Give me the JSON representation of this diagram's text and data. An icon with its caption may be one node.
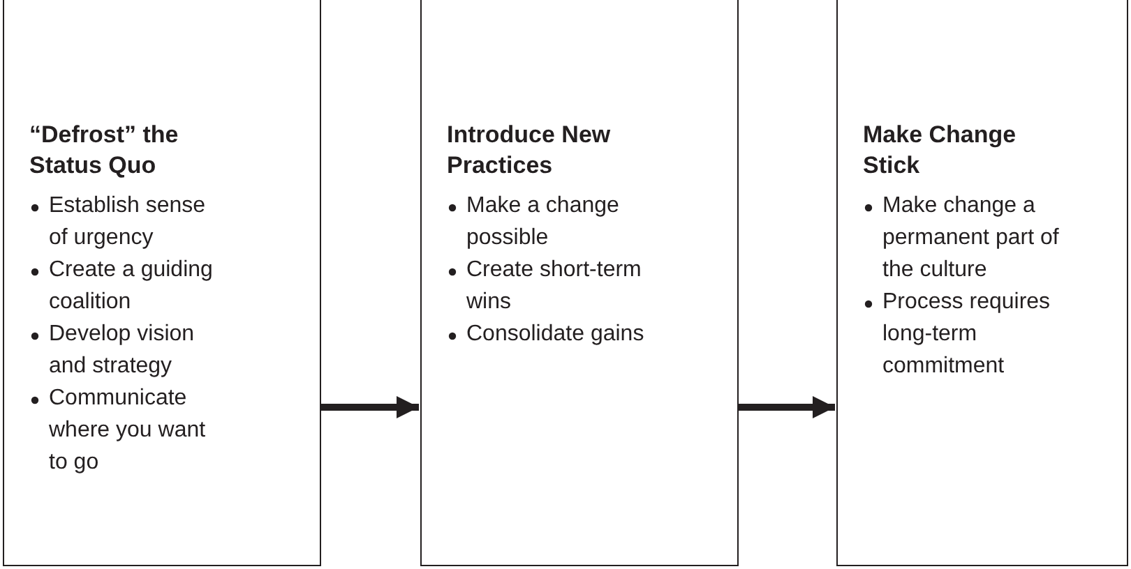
{
  "diagram": {
    "nodes": [
      {
        "text": [
          "“Defrost” the Status Quo",
          "Establish sense of urgency",
          "Create a guiding coalition",
          "Develop vision and strategy",
          "Communicate where you want to go"
        ]
      },
      {
        "text": [
          "Introduce New Practices",
          "Make a change possible",
          "Create short-term wins",
          "Consolidate gains"
        ]
      },
      {
        "text": [
          "Make Change Stick",
          "Make change a permanent part of the culture",
          "Process requires long-term commitment"
        ]
      }
    ],
    "edges": [
      {
        "from": 0,
        "to": 1,
        "arrow": "to"
      },
      {
        "from": 1,
        "to": 2,
        "arrow": "to"
      }
    ]
  }
}
